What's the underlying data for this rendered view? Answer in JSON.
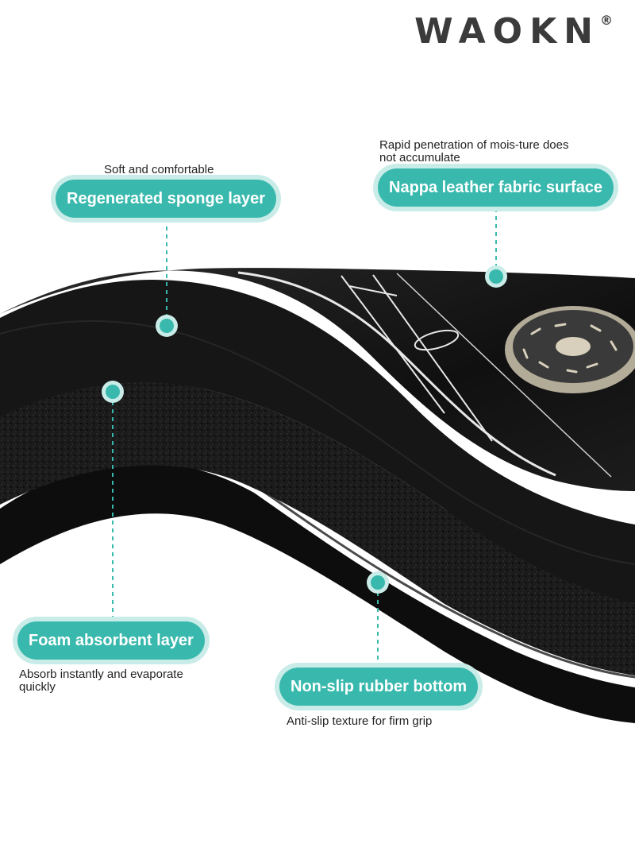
{
  "brand": {
    "name": "WAOKN",
    "mark": "®"
  },
  "colors": {
    "accent": "#39b9ad",
    "accent_light": "#c9ece8",
    "mat": "#111111"
  },
  "callouts": {
    "sponge": {
      "label": "Regenerated sponge layer",
      "note": "Soft and comfortable"
    },
    "nappa": {
      "label": "Nappa leather fabric surface",
      "note_line1": "Rapid penetration of mois-ture does",
      "note_line2": "not accumulate"
    },
    "foam": {
      "label": "Foam absorbent layer",
      "note_line1": "Absorb instantly and evaporate",
      "note_line2": "quickly"
    },
    "rubber": {
      "label": "Non-slip rubber bottom",
      "note": "Anti-slip texture for firm grip"
    }
  }
}
